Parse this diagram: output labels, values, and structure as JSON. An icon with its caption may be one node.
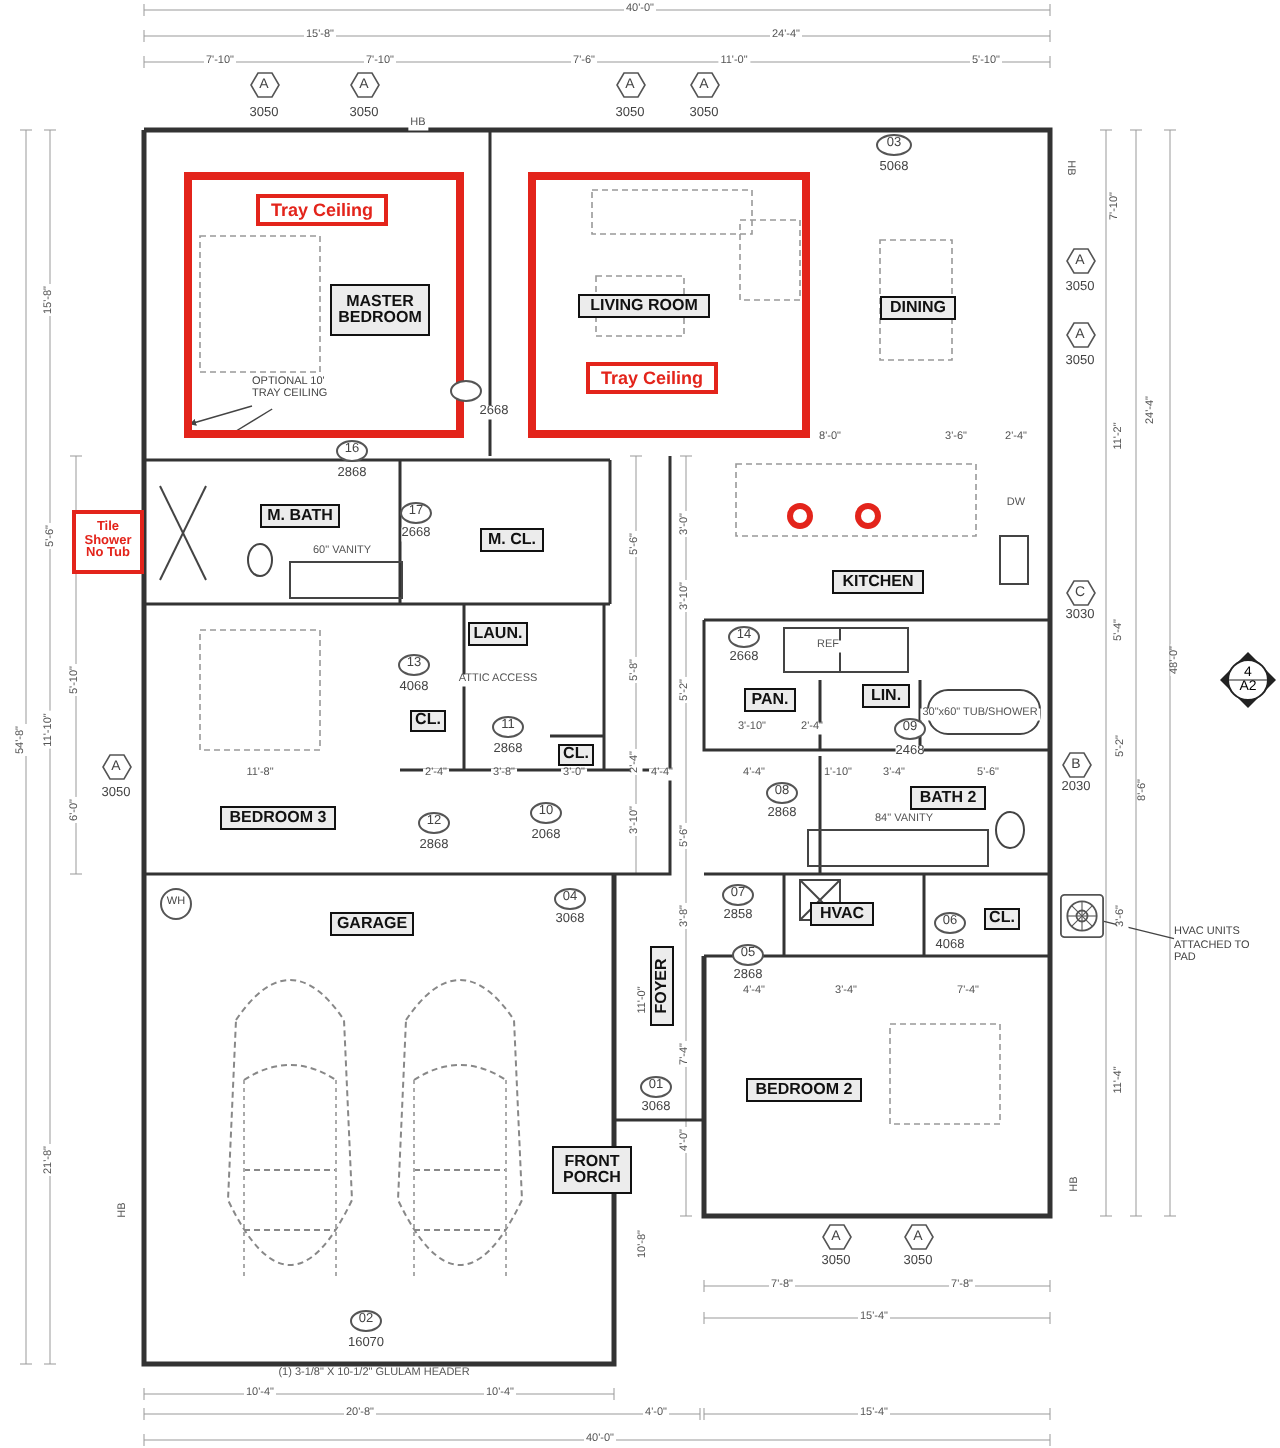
{
  "diagram": {
    "nodes": [
      {
        "text": [
          "A"
        ],
        "beside": [
          "3050"
        ]
      },
      {
        "text": [
          "A"
        ],
        "beside": [
          "3050"
        ]
      },
      {
        "text": [
          "A"
        ],
        "beside": [
          "3050"
        ]
      },
      {
        "text": [
          "A"
        ],
        "beside": [
          "3050"
        ]
      },
      {
        "text": [
          "03"
        ],
        "beside": [
          "5068"
        ]
      },
      {
        "text": [],
        "shape": "box"
      },
      {
        "text": [
          "Tray Ceiling"
        ],
        "in": 5
      },
      {
        "text": [
          "MASTER BEDROOM"
        ],
        "in": 5
      },
      {
        "text": [
          "OPTIONAL 10' TRAY CEILING"
        ],
        "in": 5
      },
      {
        "text": [],
        "shape": "box"
      },
      {
        "text": [
          "LIVING ROOM"
        ],
        "in": 9
      },
      {
        "text": [
          "Tray Ceiling"
        ],
        "in": 9
      },
      {
        "text": [
          "DINING"
        ]
      },
      {
        "text": [
          "A"
        ],
        "beside": [
          "3050"
        ]
      },
      {
        "text": [
          "A"
        ],
        "beside": [
          "3050"
        ]
      },
      {
        "text": [],
        "shape": "circle",
        "beside": [
          "2668"
        ]
      },
      {
        "text": [
          "16"
        ],
        "beside": [
          "2868"
        ]
      },
      {
        "text": [
          "Tile Shower No Tub"
        ]
      },
      {
        "text": [
          "M. BATH"
        ]
      },
      {
        "text": [
          "17"
        ],
        "beside": [
          "2668"
        ]
      },
      {
        "text": [
          "M. CL."
        ]
      },
      {
        "text": [
          "KITCHEN"
        ]
      },
      {
        "text": [
          "C"
        ],
        "beside": [
          "3030"
        ]
      },
      {
        "text": [
          "LAUN."
        ]
      },
      {
        "text": [
          "13"
        ],
        "beside": [
          "4068"
        ]
      },
      {
        "text": [
          "14"
        ],
        "beside": [
          "2668"
        ]
      },
      {
        "text": [
          "CL."
        ]
      },
      {
        "text": [
          "PAN."
        ]
      },
      {
        "text": [
          "LIN."
        ]
      },
      {
        "text": [
          "4",
          "A2"
        ]
      },
      {
        "text": [
          "11"
        ],
        "beside": [
          "2868"
        ]
      },
      {
        "text": [
          "09"
        ],
        "beside": [
          "2468"
        ]
      },
      {
        "text": [
          "CL."
        ]
      },
      {
        "text": [
          "A"
        ],
        "beside": [
          "3050"
        ]
      },
      {
        "text": [
          "B"
        ],
        "beside": [
          "2030"
        ]
      },
      {
        "text": [
          "08"
        ],
        "beside": [
          "2868"
        ]
      },
      {
        "text": [
          "BEDROOM 3"
        ]
      },
      {
        "text": [
          "BATH 2"
        ]
      },
      {
        "text": [
          "10"
        ],
        "beside": [
          "2068"
        ]
      },
      {
        "text": [
          "12"
        ],
        "beside": [
          "2868"
        ]
      },
      {
        "text": [
          "WH"
        ]
      },
      {
        "text": [
          "04"
        ],
        "beside": [
          "3068"
        ]
      },
      {
        "text": [
          "07"
        ],
        "beside": [
          "2858"
        ]
      },
      {
        "text": [
          "HVAC"
        ]
      },
      {
        "text": [
          "06"
        ],
        "beside": [
          "4068"
        ]
      },
      {
        "text": [
          "CL."
        ]
      },
      {
        "text": [
          "GARAGE"
        ]
      },
      {
        "text": [],
        "shape": "picture"
      },
      {
        "text": [
          "HVAC UNITS ATTACHED TO PAD"
        ]
      },
      {
        "text": [
          "05"
        ],
        "beside": [
          "2868"
        ]
      },
      {
        "text": [
          "FOYER"
        ]
      },
      {
        "text": [
          "BEDROOM 2"
        ]
      },
      {
        "text": [
          "01"
        ],
        "beside": [
          "3068"
        ]
      },
      {
        "text": [
          "FRONT PORCH"
        ]
      },
      {
        "text": [
          "A"
        ],
        "beside": [
          "3050"
        ]
      },
      {
        "text": [
          "A"
        ],
        "beside": [
          "3050"
        ]
      },
      {
        "text": [
          "02"
        ],
        "beside": [
          "16070"
        ]
      }
    ],
    "edges": [
      {
        "from": 8,
        "to": null,
        "arrow": "to"
      },
      {
        "from": 8,
        "to": null,
        "arrow": "to"
      },
      {
        "from": 48,
        "to": 47,
        "arrow": "none"
      }
    ],
    "labels": [
      "40'-0\"",
      "15'-8\"",
      "24'-4\"",
      "7'-10\"",
      "7'-10\"",
      "7'-6\"",
      "11'-0\"",
      "5'-10\"",
      "HB",
      "HB",
      "7'-10\"",
      "15'-8\"",
      "11'-2\"",
      "24'-4\"",
      "8'-0\"",
      "3'-6\"",
      "2'-4\"",
      "DW",
      "5'-6\"",
      "60\" VANITY",
      "5'-6\"",
      "3'-0\"",
      "3'-10\"",
      "5'-4\"",
      "REF",
      "48'-0\"",
      "5'-10\"",
      "ATTIC ACCESS",
      "5'-8\"",
      "5'-2\"",
      "30\"x60\" TUB/SHOWER",
      "3'-10\"",
      "2'-4\"",
      "54'-8\"",
      "11'-10\"",
      "5'-2\"",
      "11'-8\"",
      "2'-4\"",
      "3'-8\"",
      "3'-0\"",
      "4'-4\"",
      "4'-4\"",
      "1'-10\"",
      "3'-4\"",
      "5'-6\"",
      "2'-4\"",
      "8'-6\"",
      "6'-0\"",
      "3'-10\"",
      "84\" VANITY",
      "5'-6\"",
      "3'-8\"",
      "3'-6\"",
      "4'-4\"",
      "3'-4\"",
      "7'-4\"",
      "11'-0\"",
      "7'-4\"",
      "11'-4\"",
      "4'-0\"",
      "21'-8\"",
      "HB",
      "HB",
      "10'-8\"",
      "7'-8\"",
      "7'-8\"",
      "15'-4\"",
      "(1) 3-1/8\" X 10-1/2\" GLULAM HEADER",
      "10'-4\"",
      "10'-4\"",
      "20'-8\"",
      "4'-0\"",
      "15'-4\"",
      "40'-0\""
    ]
  }
}
